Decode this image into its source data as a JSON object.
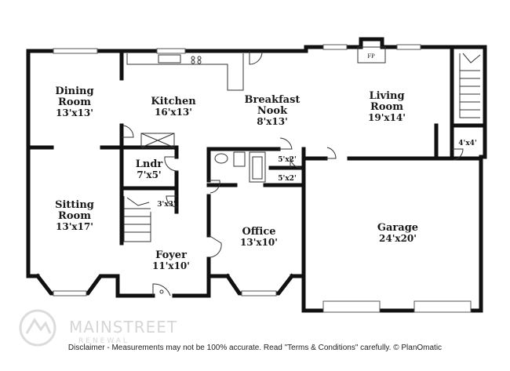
{
  "rooms": {
    "dining": {
      "name_lines": [
        "Dining",
        "Room"
      ],
      "dim": "13'x13'"
    },
    "kitchen": {
      "name_lines": [
        "Kitchen"
      ],
      "dim": "16'x13'"
    },
    "breakfast": {
      "name_lines": [
        "Breakfast",
        "Nook"
      ],
      "dim": "8'x13'"
    },
    "living": {
      "name_lines": [
        "Living",
        "Room"
      ],
      "dim": "19'x14'"
    },
    "lndr": {
      "name_lines": [
        "Lndr"
      ],
      "dim": "7'x5'"
    },
    "sitting": {
      "name_lines": [
        "Sitting",
        "Room"
      ],
      "dim": "13'x17'"
    },
    "foyer": {
      "name_lines": [
        "Foyer"
      ],
      "dim": "11'x10'"
    },
    "office": {
      "name_lines": [
        "Office"
      ],
      "dim": "13'x10'"
    },
    "garage": {
      "name_lines": [
        "Garage"
      ],
      "dim": "24'x20'"
    }
  },
  "small_labels": {
    "closet_a": "5'x2'",
    "closet_b": "5'x2'",
    "closet_c": "3'x3'",
    "closet_d": "4'x4'",
    "fireplace": "FP"
  },
  "watermark": {
    "brand": "MAINSTREET",
    "sub": "RENEWAL"
  },
  "disclaimer": "Disclaimer - Measurements may not be 100% accurate. Read \"Terms & Conditions\" carefully. © PlanOmatic"
}
